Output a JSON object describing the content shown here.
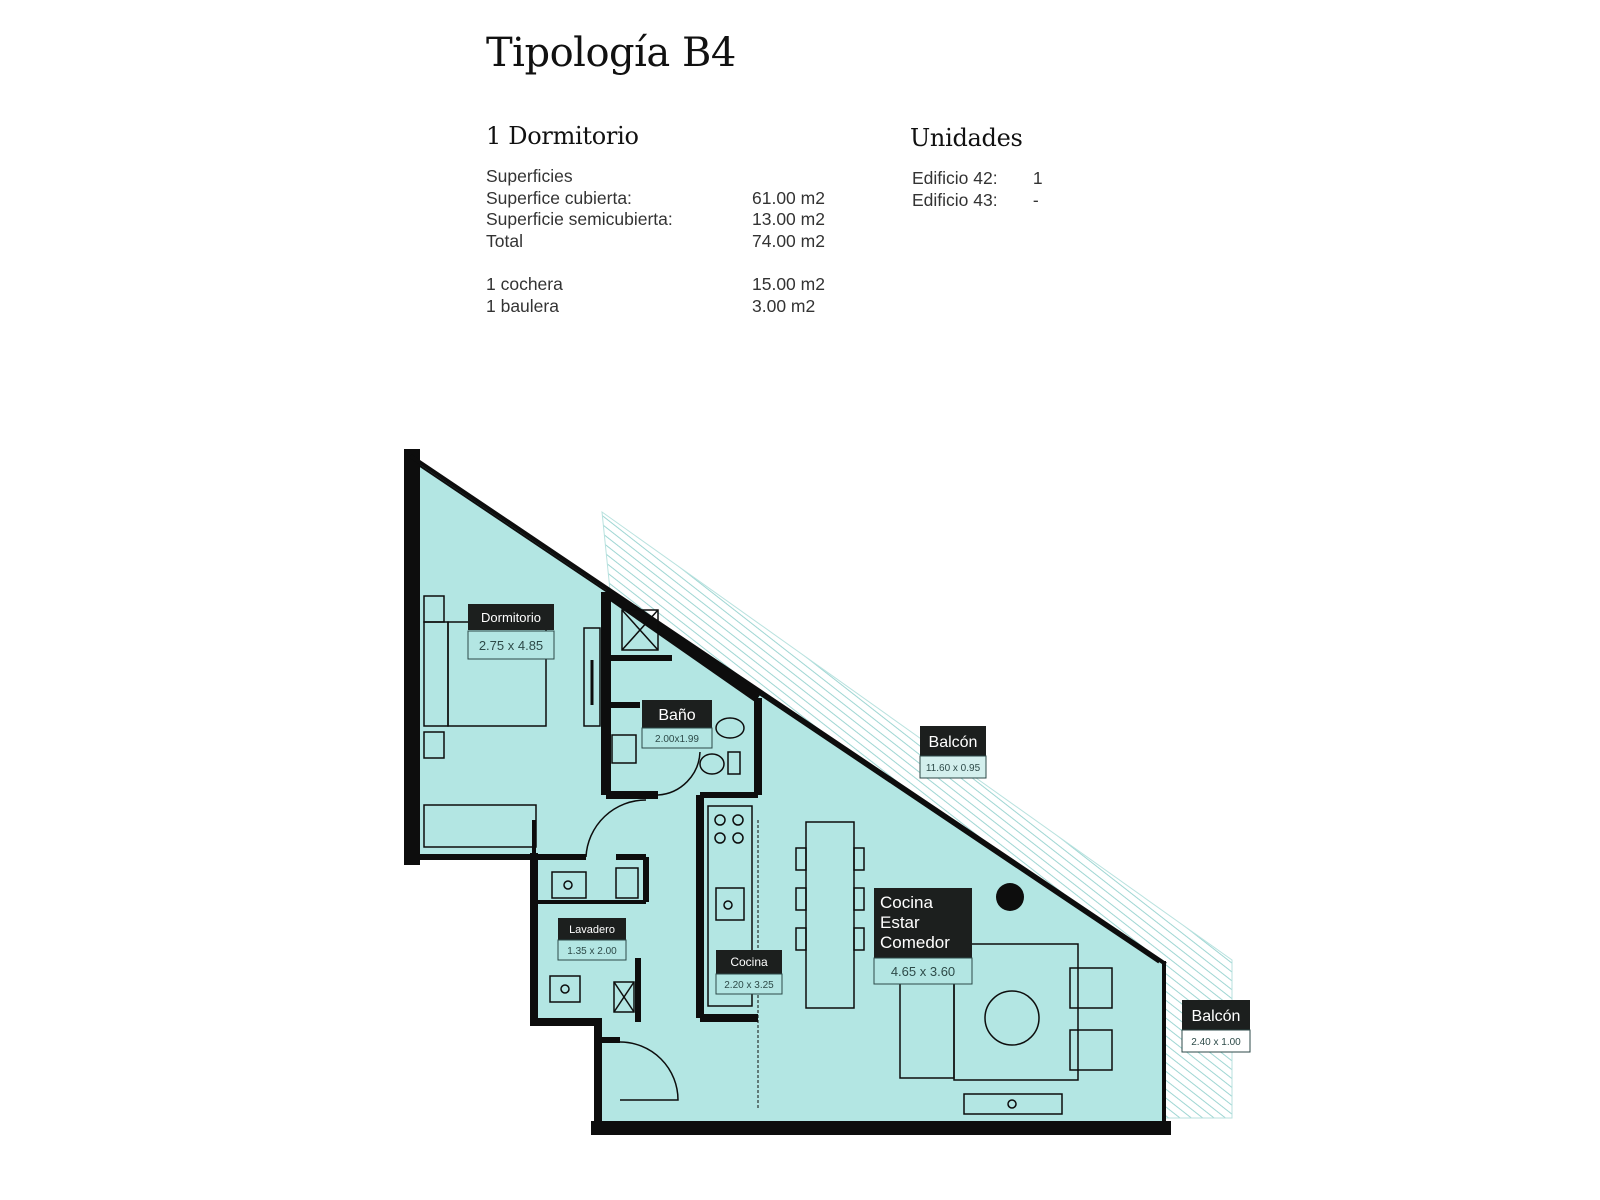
{
  "header": {
    "title": "Tipología B4",
    "subtitle": "1 Dormitorio",
    "units_title": "Unidades"
  },
  "specs": {
    "heading": "Superficies",
    "rows": [
      {
        "label": "Superfice cubierta:",
        "value": "61.00 m2"
      },
      {
        "label": "Superficie semicubierta:",
        "value": "13.00 m2"
      },
      {
        "label": "Total",
        "value": "74.00 m2"
      }
    ],
    "extras": [
      {
        "label": "1 cochera",
        "value": "15.00 m2"
      },
      {
        "label": "1 baulera",
        "value": "3.00 m2"
      }
    ]
  },
  "units": [
    {
      "label": "Edificio 42:",
      "value": "1"
    },
    {
      "label": "Edificio 43:",
      "value": "-"
    }
  ],
  "rooms": {
    "dormitorio": {
      "name": "Dormitorio",
      "dims": "2.75 x 4.85"
    },
    "bano": {
      "name": "Baño",
      "dims": "2.00x1.99"
    },
    "balcon1": {
      "name": "Balcón",
      "dims": "11.60 x 0.95"
    },
    "lavadero": {
      "name": "Lavadero",
      "dims": "1.35 x 2.00"
    },
    "cocina": {
      "name": "Cocina",
      "dims": "2.20 x 3.25"
    },
    "living": {
      "name1": "Cocina",
      "name2": "Estar",
      "name3": "Comedor",
      "dims": "4.65 x 3.60"
    },
    "balcon2": {
      "name": "Balcón",
      "dims": "2.40 x 1.00"
    }
  },
  "colors": {
    "floor": "#b3e6e3",
    "wall": "#0d0d0d",
    "balcony_hatch": "#9fd6d3",
    "tag": "#1c1f1e"
  }
}
